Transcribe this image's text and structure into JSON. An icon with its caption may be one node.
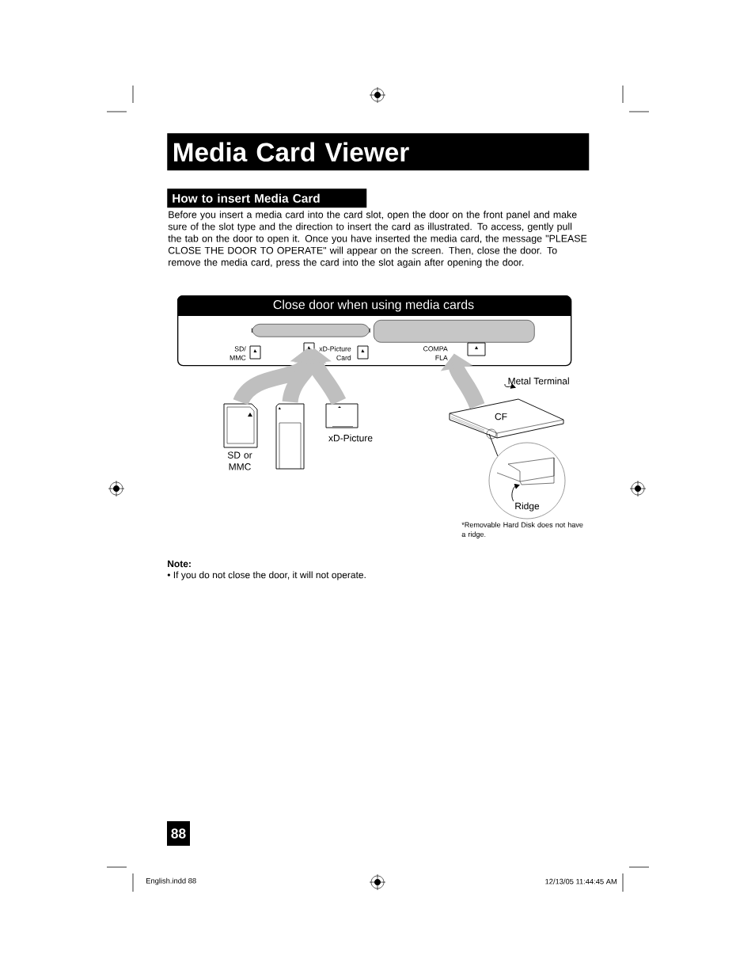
{
  "diagram": {
    "nodes": [
      {
        "text": [
          "Media Card Viewer"
        ]
      },
      {
        "text": [
          "How to insert Media Card"
        ]
      },
      {
        "text": [
          "Close door when using media cards"
        ]
      },
      {
        "text": [],
        "shape": "box",
        "in": 2
      },
      {
        "text": [],
        "shape": "box",
        "in": 2
      },
      {
        "text": [],
        "shape": "picture",
        "beside": [
          "SD or MMC"
        ]
      },
      {
        "text": [],
        "shape": "picture"
      },
      {
        "text": [],
        "shape": "picture",
        "beside": [
          "xD-Picture"
        ]
      },
      {
        "text": [
          "CF"
        ]
      },
      {
        "text": [
          "Metal Terminal"
        ]
      },
      {
        "text": [],
        "shape": "circle"
      },
      {
        "text": [
          "Ridge"
        ],
        "in": 10
      },
      {
        "text": [
          "88"
        ]
      }
    ],
    "edges": [
      {
        "from": 5,
        "to": 3,
        "arrow": "to"
      },
      {
        "from": 6,
        "to": 3,
        "arrow": "to"
      },
      {
        "from": 7,
        "to": 3,
        "arrow": "to"
      },
      {
        "from": 8,
        "to": 4,
        "arrow": "to"
      },
      {
        "from": 9,
        "to": 8,
        "arrow": "to",
        "color": "#000000"
      },
      {
        "from": 8,
        "to": 10,
        "arrow": "none",
        "color": "#000000"
      },
      {
        "from": 11,
        "to": null,
        "arrow": "to",
        "color": "#000000"
      }
    ],
    "labels": [
      "Before you insert a media card into the card slot, open the door on the front panel and make sure of the slot type and the direction to insert the card as illustrated.  To access, gently pull the tab on the door to open it.  Once you have inserted the media card, the message \"PLEASE CLOSE THE DOOR TO OPERATE\" will appear on the screen.  Then, close the door.  To remove the media card, press the card into the slot again after opening the door.",
      "SD/ MMC",
      "xD-Picture Card",
      "COMPA FLA",
      "*Removable Hard Disk does not have a ridge.",
      "Note:",
      "•  If you do not close the door, it will not operate.",
      "English.indd   88",
      "12/13/05   11:44:45 AM"
    ]
  }
}
